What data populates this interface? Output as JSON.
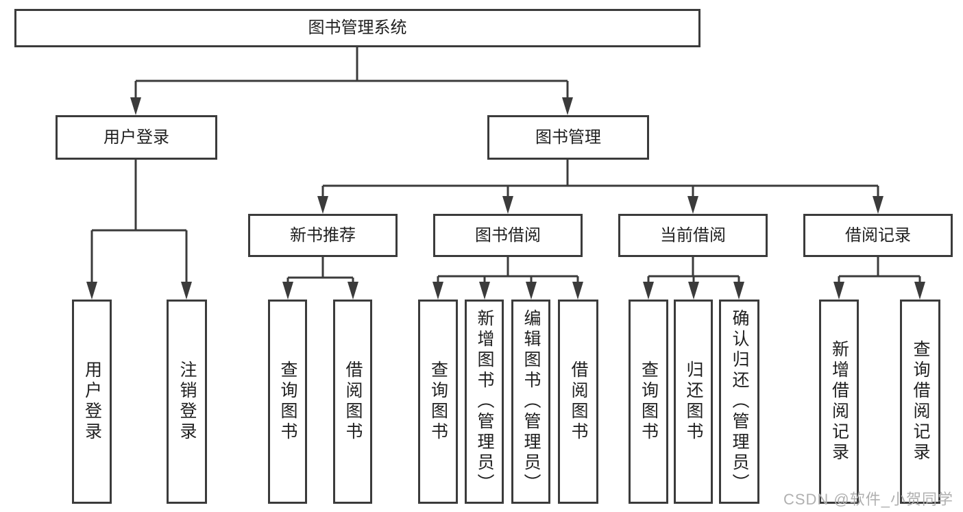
{
  "diagram_title": "图书管理系统",
  "tree": {
    "label": "图书管理系统",
    "children": [
      {
        "label": "用户登录",
        "children": [
          {
            "label": "用户登录"
          },
          {
            "label": "注销登录"
          }
        ]
      },
      {
        "label": "图书管理",
        "children": [
          {
            "label": "新书推荐",
            "children": [
              {
                "label": "查询图书"
              },
              {
                "label": "借阅图书"
              }
            ]
          },
          {
            "label": "图书借阅",
            "children": [
              {
                "label": "查询图书"
              },
              {
                "label": "新增图书（管理员）"
              },
              {
                "label": "编辑图书（管理员）"
              },
              {
                "label": "借阅图书"
              }
            ]
          },
          {
            "label": "当前借阅",
            "children": [
              {
                "label": "查询图书"
              },
              {
                "label": "归还图书"
              },
              {
                "label": "确认归还（管理员）"
              }
            ]
          },
          {
            "label": "借阅记录",
            "children": [
              {
                "label": "新增借阅记录"
              },
              {
                "label": "查询借阅记录"
              }
            ]
          }
        ]
      }
    ]
  },
  "watermark": "CSDN @软件_小贺同学",
  "colors": {
    "line": "#3b3b3b",
    "text": "#1f1f1f",
    "watermark": "#b0b0b0",
    "background": "#ffffff"
  }
}
